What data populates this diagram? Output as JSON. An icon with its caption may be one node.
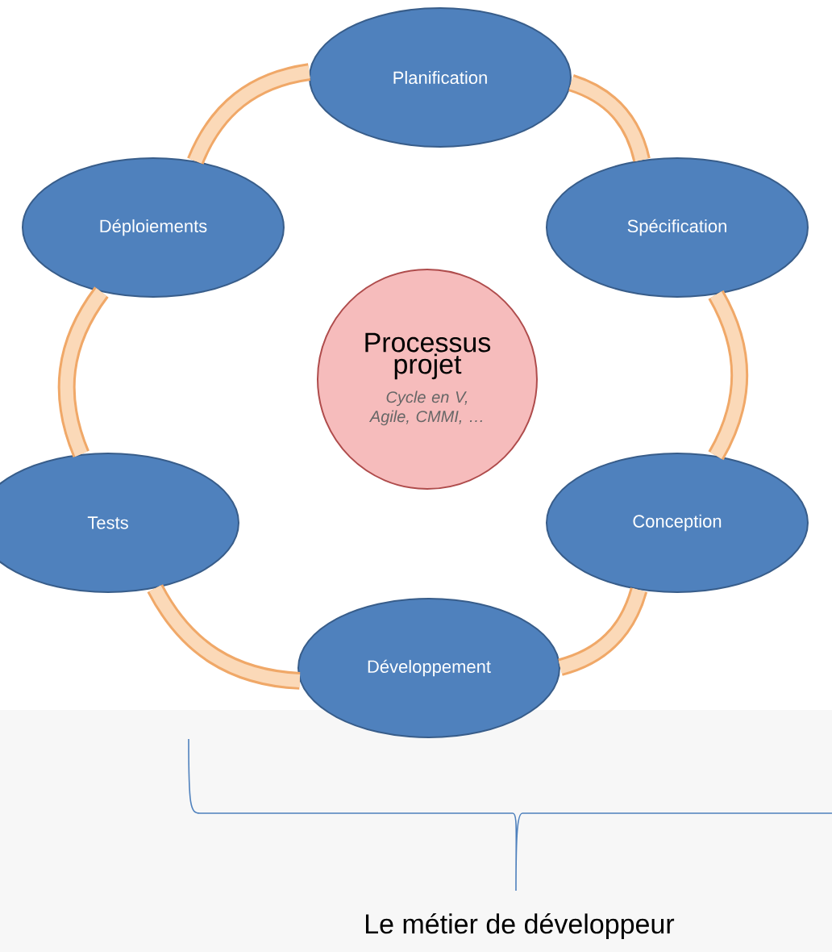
{
  "diagram": {
    "nodes": [
      {
        "text": [
          "Planification"
        ]
      },
      {
        "text": [
          "Déploiements"
        ]
      },
      {
        "text": [
          "Spécification"
        ]
      },
      {
        "text": [
          "Processus projet",
          "Cycle en V, Agile, CMMI, …"
        ]
      },
      {
        "text": [
          "Tests"
        ]
      },
      {
        "text": [
          "Conception"
        ]
      },
      {
        "text": [
          "Développement"
        ]
      }
    ],
    "edges": [
      {
        "from": 0,
        "to": 2,
        "arrow": "none"
      },
      {
        "from": 2,
        "to": 5,
        "arrow": "none"
      },
      {
        "from": 5,
        "to": 6,
        "arrow": "none"
      },
      {
        "from": 6,
        "to": 4,
        "arrow": "none"
      },
      {
        "from": 4,
        "to": 1,
        "arrow": "none"
      },
      {
        "from": 1,
        "to": 0,
        "arrow": "none"
      }
    ],
    "labels": [
      "Le métier de développeur"
    ]
  }
}
